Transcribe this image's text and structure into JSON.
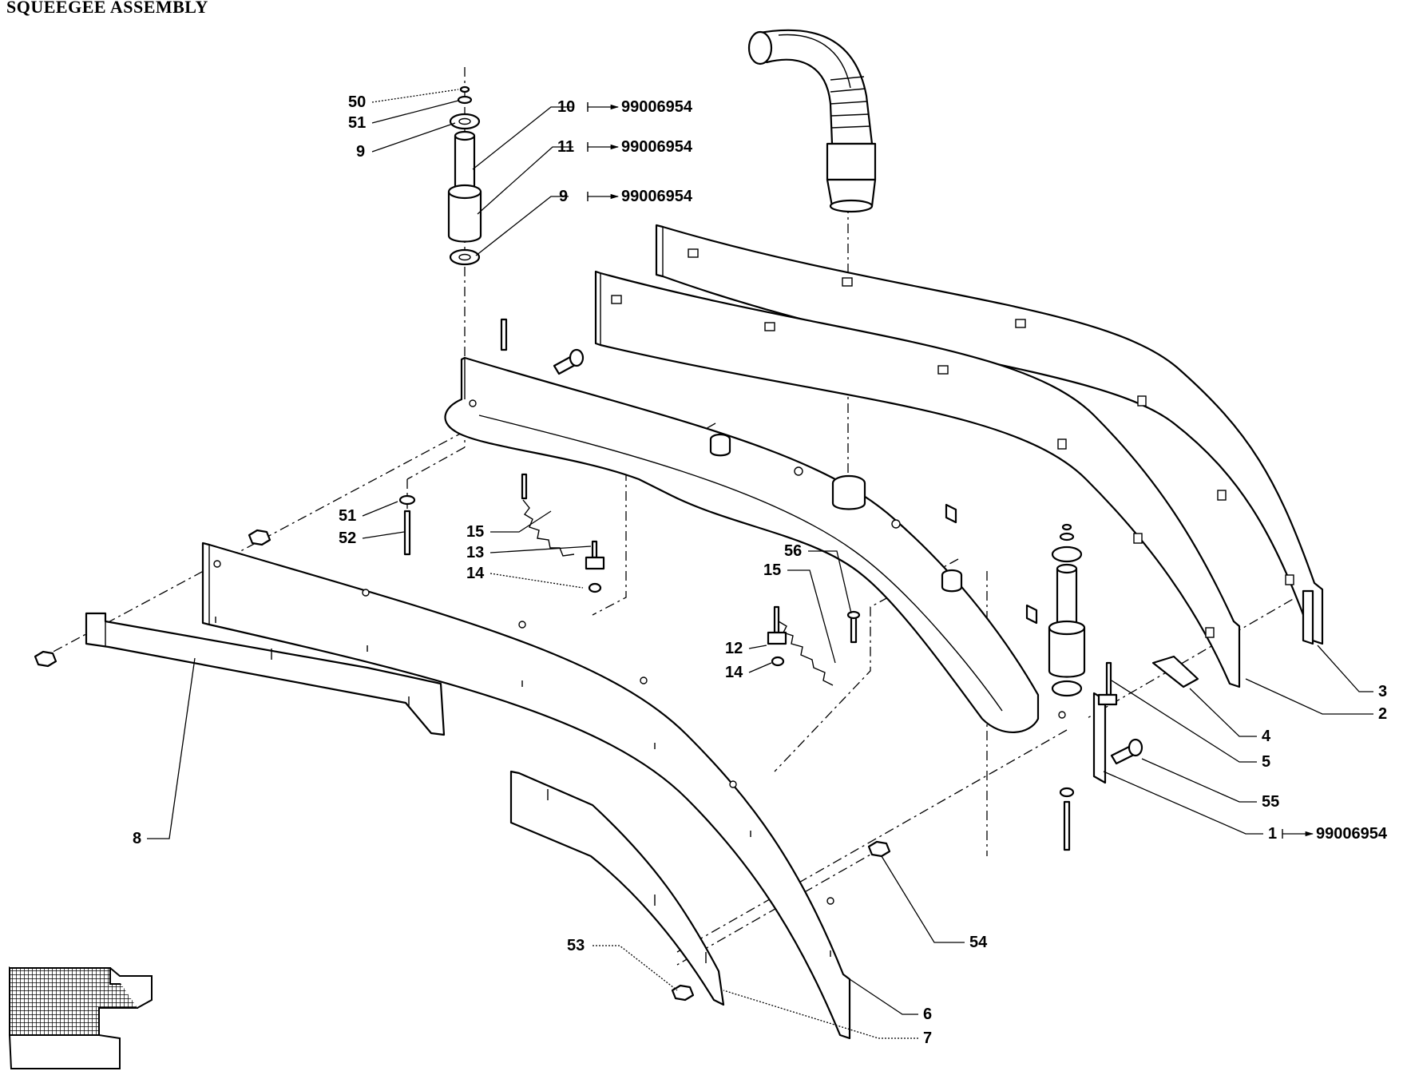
{
  "title": "SQUEEGEE ASSEMBLY",
  "colors": {
    "ink": "#000000",
    "paper": "#ffffff"
  },
  "callouts": {
    "c50": "50",
    "c51a": "51",
    "c9a": "9",
    "c10": "10",
    "c11": "11",
    "c9b": "9",
    "c51b": "51",
    "c52": "52",
    "c15a": "15",
    "c13": "13",
    "c14a": "14",
    "c56": "56",
    "c15b": "15",
    "c12": "12",
    "c14b": "14",
    "c3": "3",
    "c2": "2",
    "c4": "4",
    "c5": "5",
    "c55": "55",
    "c1": "1",
    "c8": "8",
    "c54": "54",
    "c53": "53",
    "c6": "6",
    "c7": "7"
  },
  "references": {
    "r10": "99006954",
    "r11": "99006954",
    "r9": "99006954",
    "r1": "99006954"
  },
  "direction_arrow": {
    "icon": "direction-arrow-icon"
  }
}
